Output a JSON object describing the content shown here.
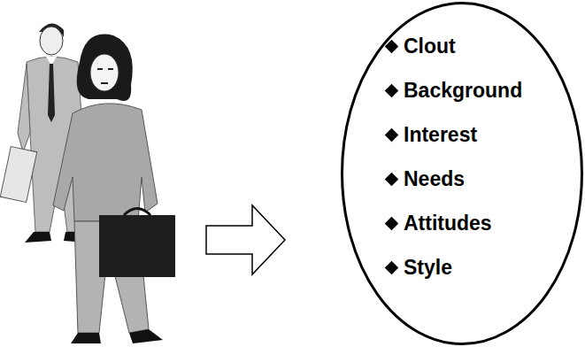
{
  "diagram": {
    "nodes": [
      {
        "text": [
          "Clout",
          "Background",
          "Interest",
          "Needs",
          "Attitudes",
          "Style"
        ]
      }
    ]
  }
}
